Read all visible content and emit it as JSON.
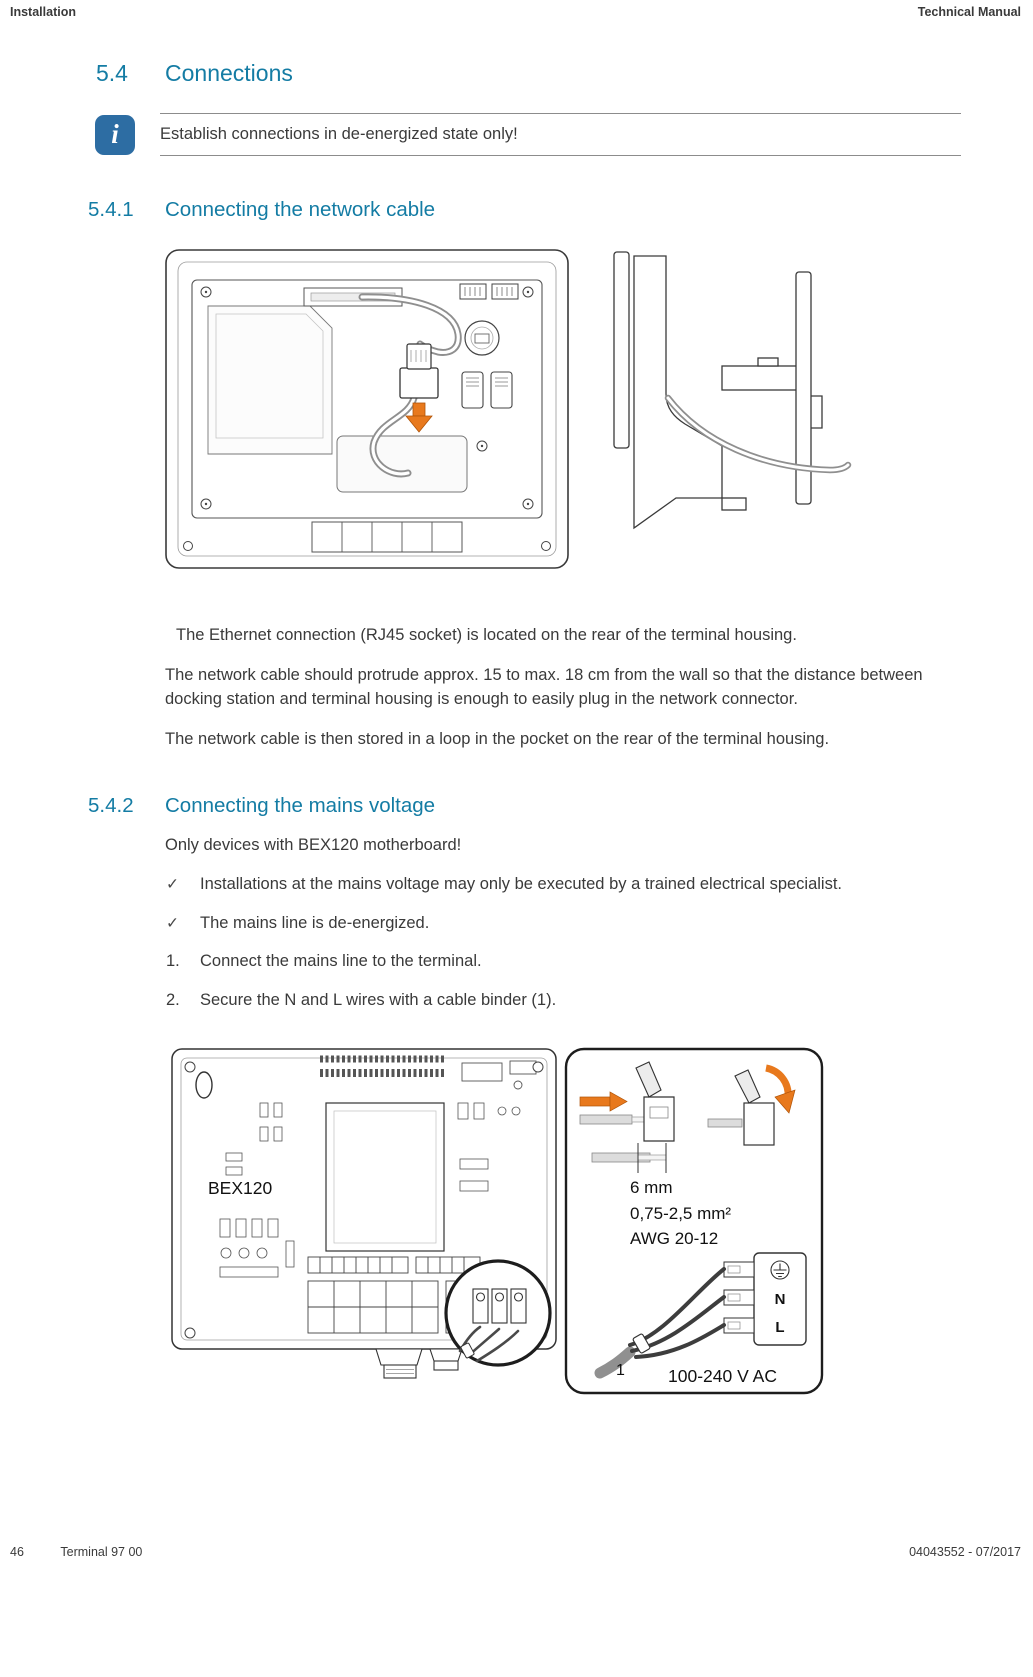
{
  "header": {
    "left": "Installation",
    "right": "Technical Manual"
  },
  "footer": {
    "page_number": "46",
    "product": "Terminal 97 00",
    "doc_ref": "04043552 - 07/2017"
  },
  "icons": {
    "info": "i",
    "check": "✓"
  },
  "section_54": {
    "number": "5.4",
    "title": "Connections"
  },
  "note": {
    "text": "Establish connections in de-energized state only!"
  },
  "section_541": {
    "number": "5.4.1",
    "title": "Connecting the network cable",
    "p1": "The Ethernet connection (RJ45 socket) is located on the rear of the terminal housing.",
    "p2": "The network cable should protrude approx. 15 to max. 18 cm from the wall so that the distance between docking station and terminal housing is enough to easily plug in the network connector.",
    "p3": "The network cable is then stored in a loop in the pocket on the rear of the terminal housing."
  },
  "section_542": {
    "number": "5.4.2",
    "title": "Connecting the mains voltage",
    "intro": "Only devices with BEX120 motherboard!",
    "prerequisites": [
      "Installations at the mains voltage may only be executed by a trained electrical specialist.",
      "The mains line is de-energized."
    ],
    "steps": [
      {
        "num": "1.",
        "text": "Connect the mains line to the terminal."
      },
      {
        "num": "2.",
        "text": "Secure the N and L wires with a cable binder (1)."
      }
    ]
  },
  "figure_mains": {
    "board_label": "BEX120",
    "strip_length": "6 mm",
    "wire_cross_section": "0,75-2,5 mm²",
    "awg": "AWG 20-12",
    "terminal_n": "N",
    "terminal_l": "L",
    "cable_binder_ref": "1",
    "voltage": "100-240 V AC"
  },
  "colors": {
    "accent": "#147CA4",
    "info_icon": "#2D6DA3",
    "arrow": "#E8791D",
    "line": "#3a3a3a"
  }
}
